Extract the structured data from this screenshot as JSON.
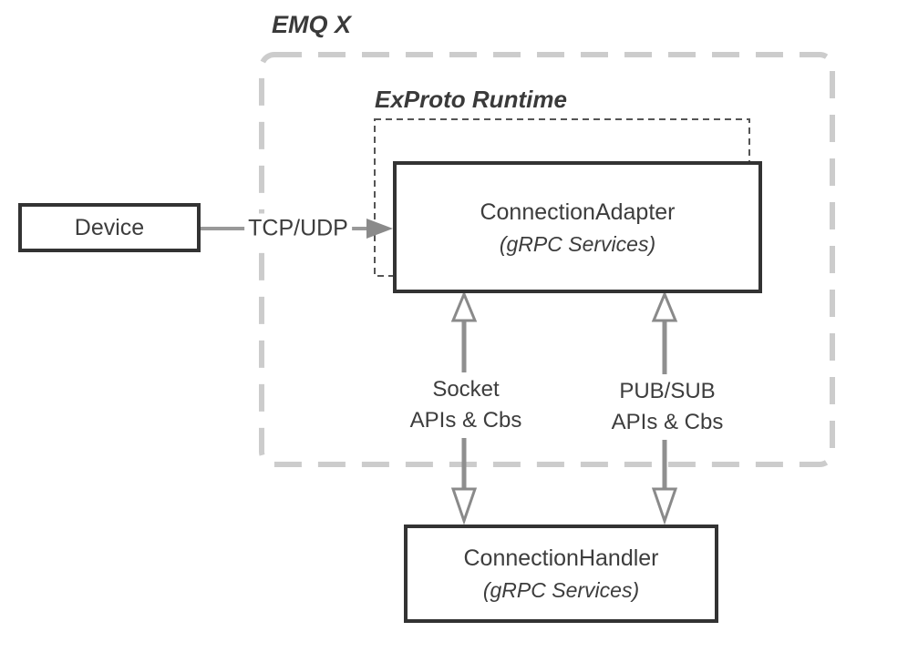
{
  "diagram": {
    "regions": {
      "emqx": {
        "label": "EMQ X"
      },
      "exproto": {
        "label": "ExProto Runtime"
      }
    },
    "nodes": {
      "device": {
        "label": "Device"
      },
      "adapter": {
        "title": "ConnectionAdapter",
        "subtitle": "(gRPC Services)"
      },
      "handler": {
        "title": "ConnectionHandler",
        "subtitle": "(gRPC Services)"
      }
    },
    "edges": {
      "tcp": {
        "label": "TCP/UDP",
        "from": "device",
        "to": "adapter",
        "direction": "right"
      },
      "socket": {
        "line1": "Socket",
        "line2": "APIs & Cbs",
        "from": "adapter",
        "to": "handler",
        "direction": "both"
      },
      "pubsub": {
        "line1": "PUB/SUB",
        "line2": "APIs & Cbs",
        "from": "adapter",
        "to": "handler",
        "direction": "both"
      }
    },
    "colors": {
      "outer_dashed_border": "#cccccc",
      "inner_dashed_border": "#555555",
      "node_border": "#333333",
      "text": "#3d3d3d",
      "arrow": "#8f8f8f",
      "background": "#ffffff"
    }
  }
}
